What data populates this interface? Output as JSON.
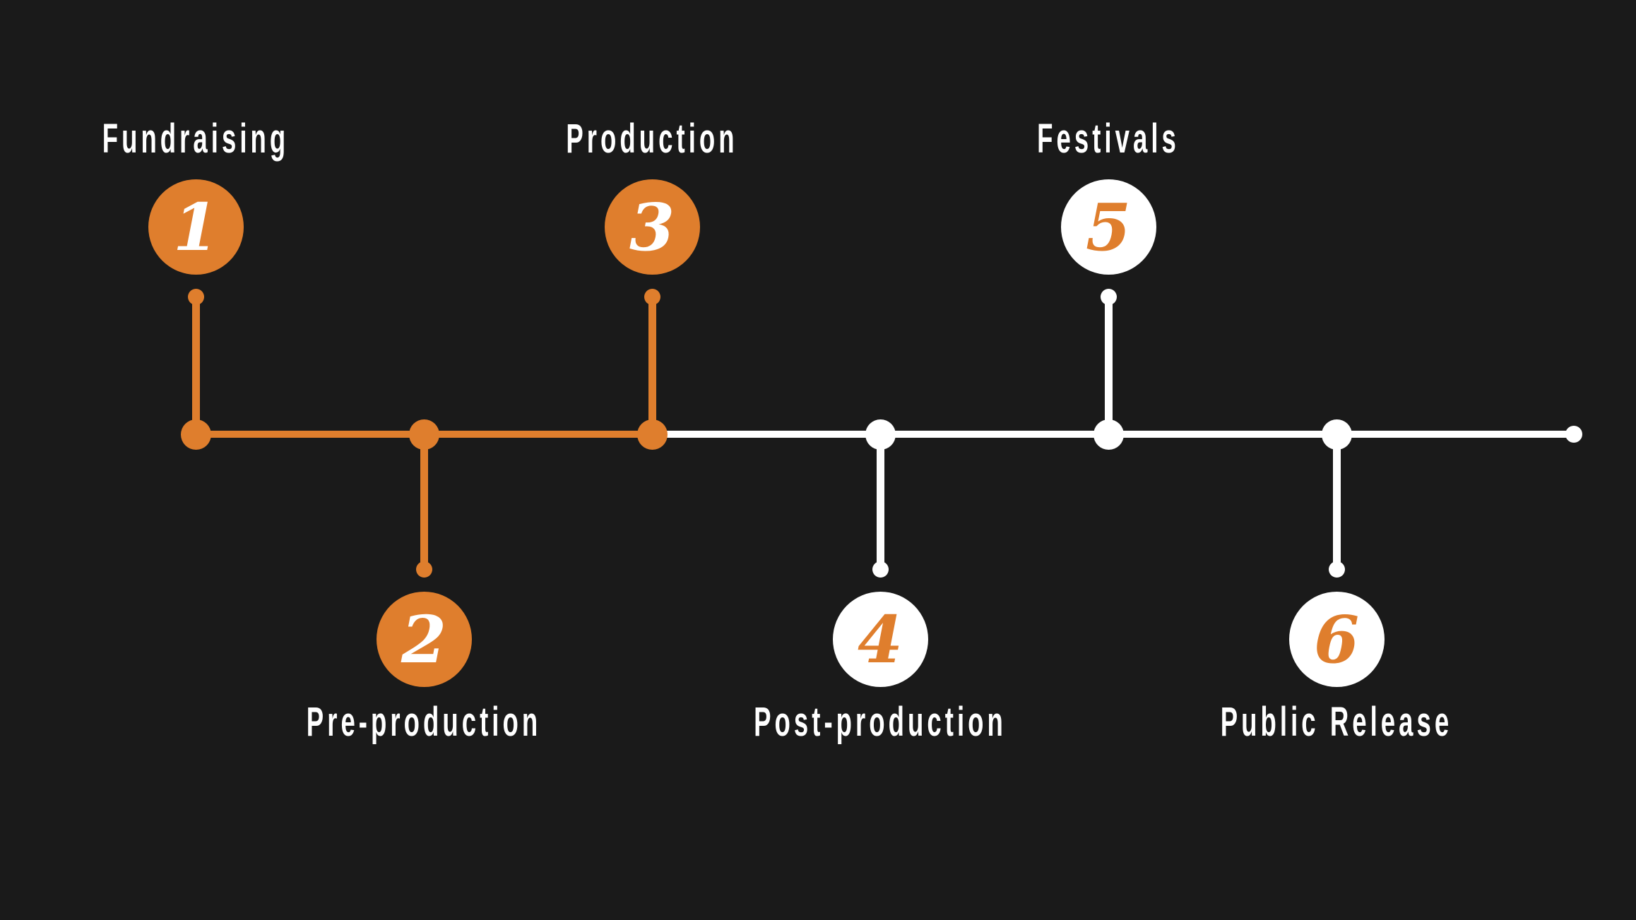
{
  "page": {
    "background": "#1A1A1A"
  },
  "timeline": {
    "accent_color": "#DF7E2D",
    "neutral_color": "#FFFFFF",
    "items": [
      {
        "number": "1",
        "label": "Fundraising",
        "side": "top",
        "theme": "accent"
      },
      {
        "number": "2",
        "label": "Pre-production",
        "side": "bottom",
        "theme": "accent"
      },
      {
        "number": "3",
        "label": "Production",
        "side": "top",
        "theme": "accent"
      },
      {
        "number": "4",
        "label": "Post-production",
        "side": "bottom",
        "theme": "neutral"
      },
      {
        "number": "5",
        "label": "Festivals",
        "side": "top",
        "theme": "neutral"
      },
      {
        "number": "6",
        "label": "Public Release",
        "side": "bottom",
        "theme": "neutral"
      }
    ]
  }
}
